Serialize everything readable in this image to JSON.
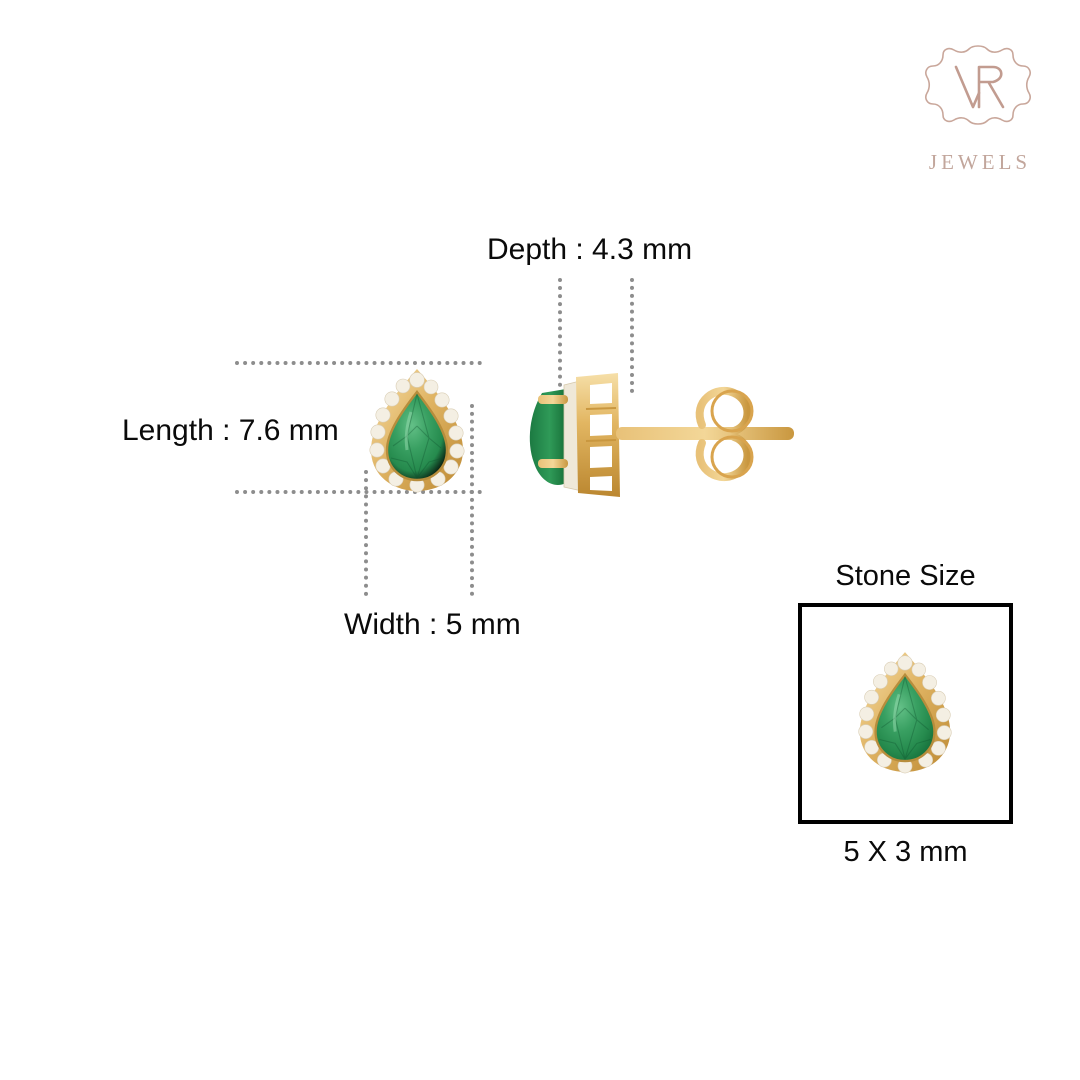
{
  "brand": {
    "monogram": "VR",
    "wordmark": "JEWELS",
    "color": "#c2a69c",
    "frame_icon": "ornate-quatrefoil-frame-icon"
  },
  "measurements": {
    "depth": "Depth : 4.3 mm",
    "length": "Length : 7.6 mm",
    "width": "Width : 5 mm"
  },
  "stone_panel": {
    "title": "Stone Size",
    "caption": "5 X 3 mm"
  },
  "product": {
    "gem_shape": "pear",
    "gem_color": "#2f8f57",
    "gem_color_light": "#5cb97c",
    "gem_color_dark": "#1c6b3c",
    "metal_color": "#e3b765",
    "metal_color_light": "#f5dca4",
    "metal_color_dark": "#c08f36",
    "accent_stone_color": "#f2ece0",
    "guide_color": "#8d8d8d",
    "box_border_color": "#000000"
  }
}
